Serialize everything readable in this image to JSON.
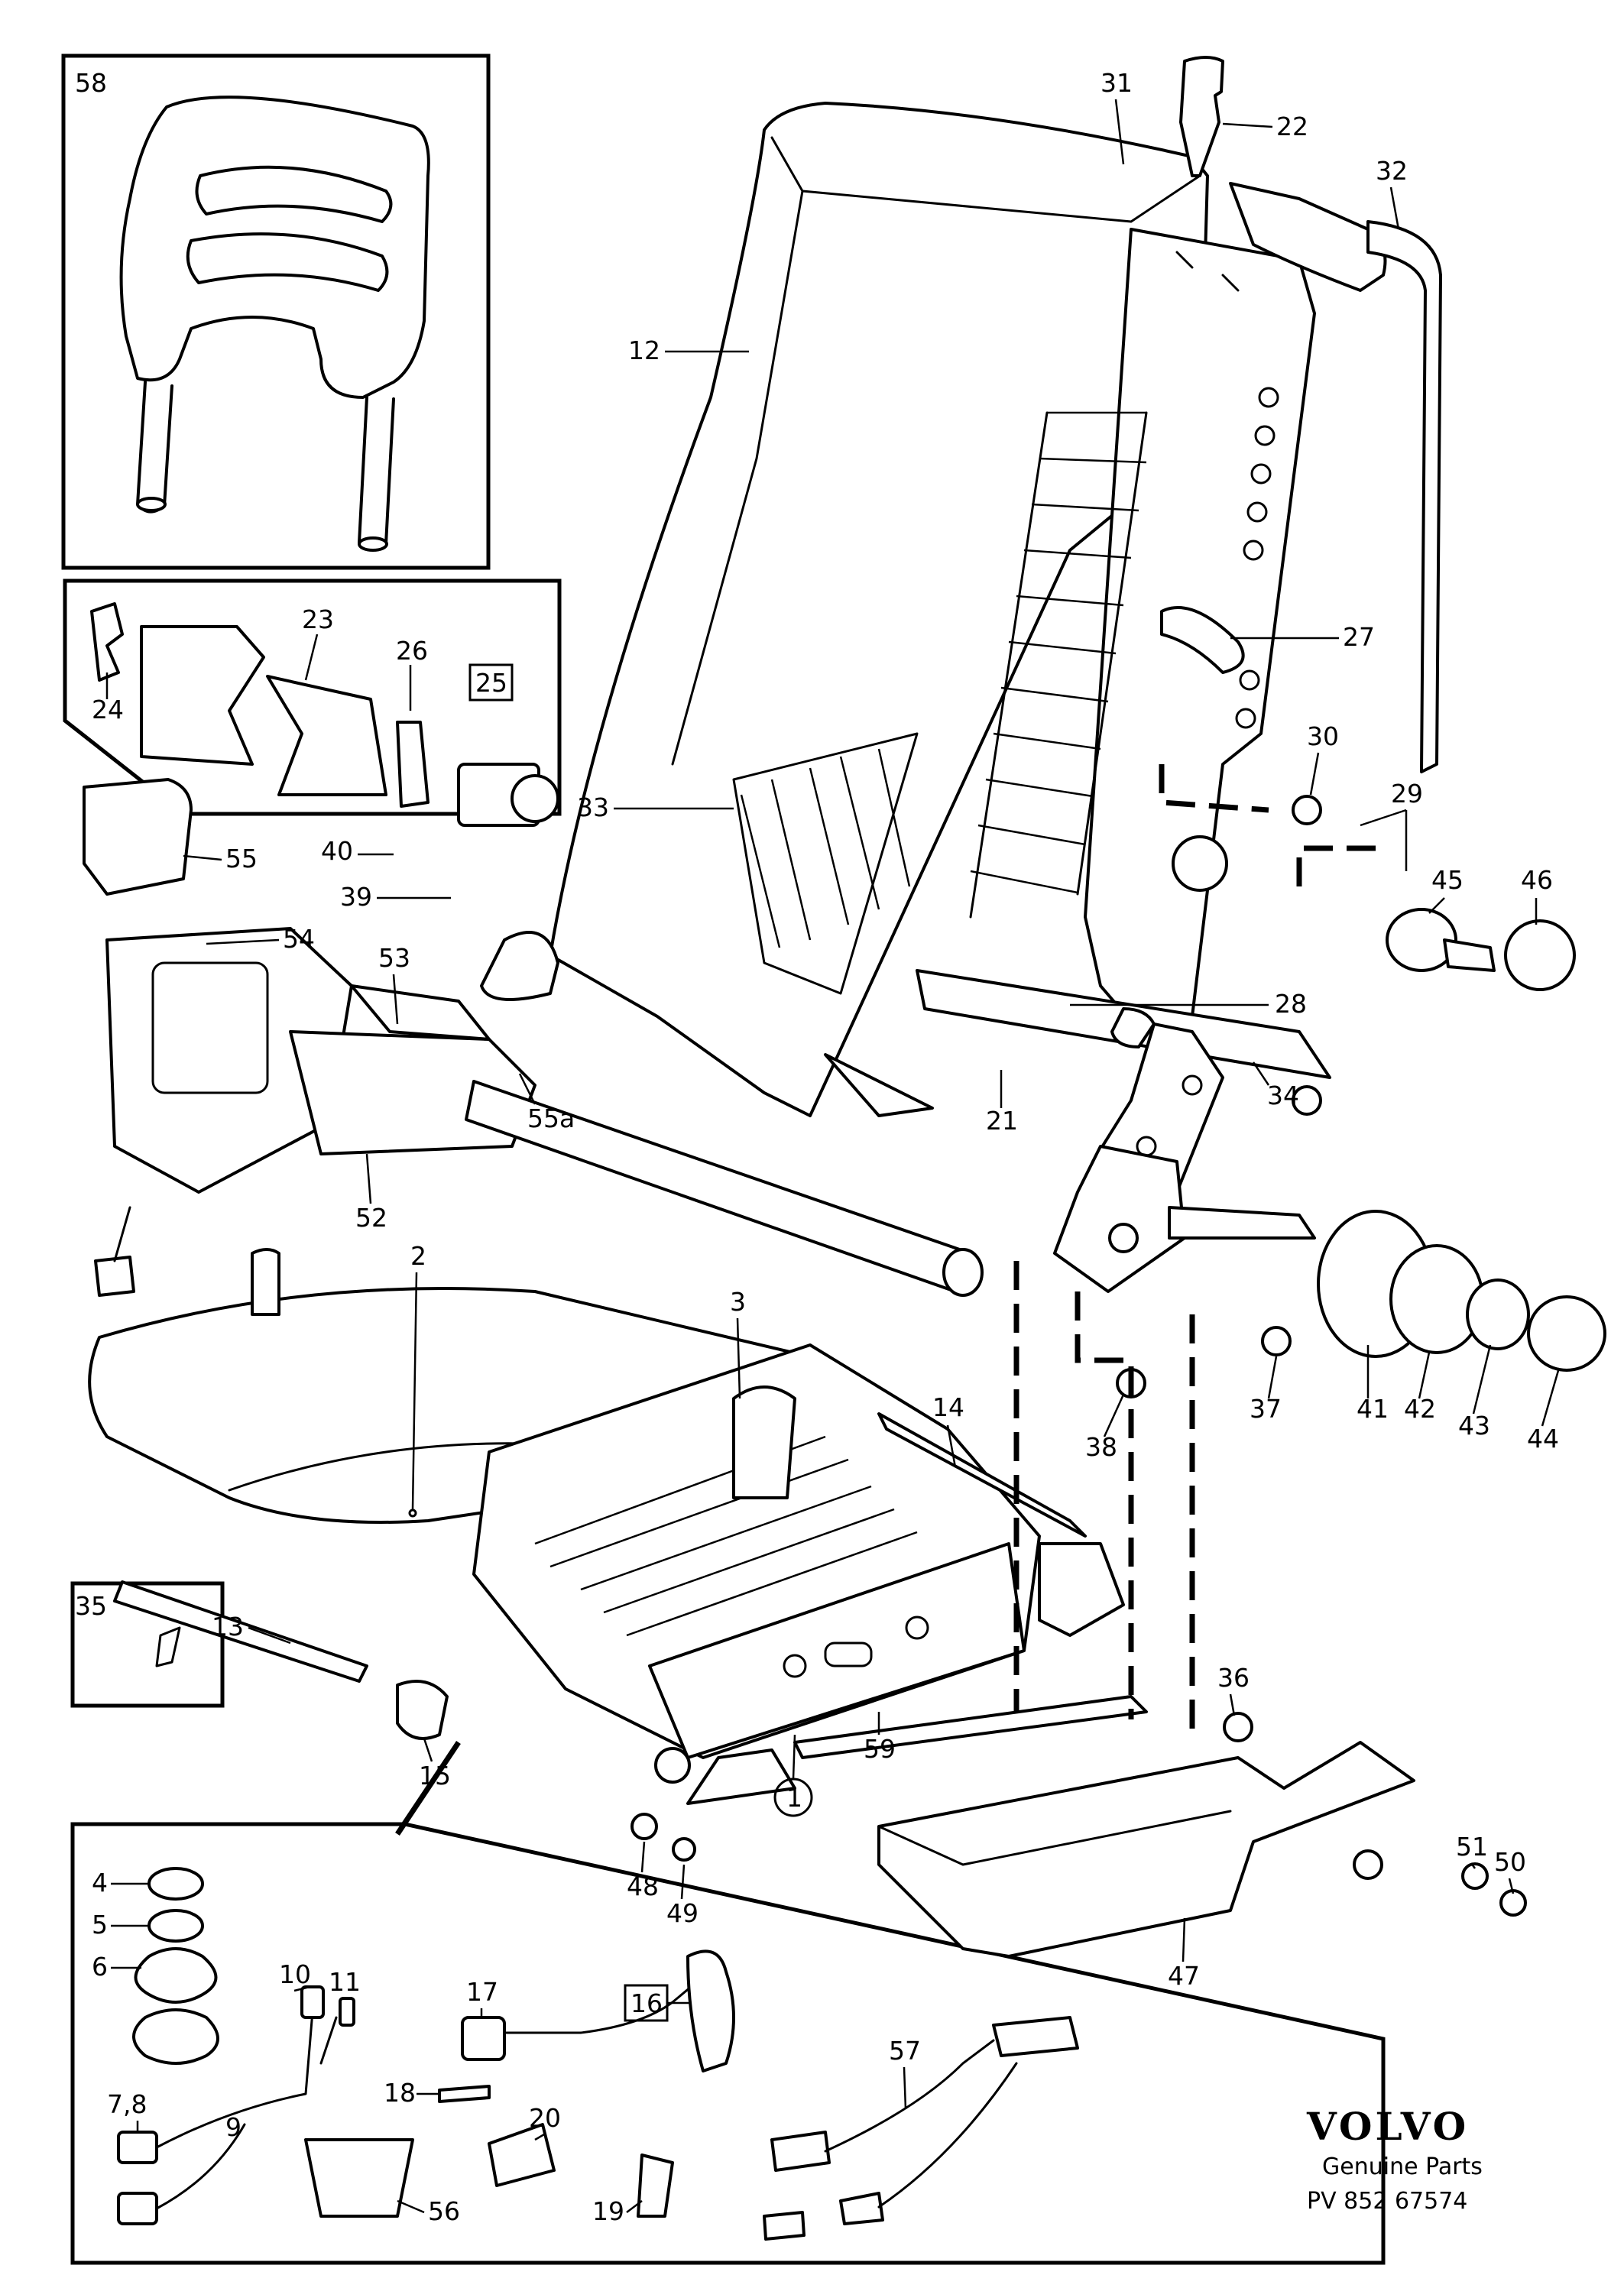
{
  "brand": {
    "logo": "VOLVO",
    "tagline": "Genuine Parts",
    "diagram_number": "PV 852 67574"
  },
  "callouts": {
    "c1": "1",
    "c2": "2",
    "c3": "3",
    "c4": "4",
    "c5": "5",
    "c6": "6",
    "c7_8": "7,8",
    "c9": "9",
    "c10": "10",
    "c11": "11",
    "c12": "12",
    "c13": "13",
    "c14": "14",
    "c15": "15",
    "c16": "16",
    "c17": "17",
    "c18": "18",
    "c19": "19",
    "c20": "20",
    "c21": "21",
    "c22": "22",
    "c23": "23",
    "c24": "24",
    "c25": "25",
    "c26": "26",
    "c27": "27",
    "c28": "28",
    "c29": "29",
    "c30": "30",
    "c31": "31",
    "c32": "32",
    "c33": "33",
    "c34": "34",
    "c35": "35",
    "c36": "36",
    "c37": "37",
    "c38": "38",
    "c39": "39",
    "c40": "40",
    "c41": "41",
    "c42": "42",
    "c43": "43",
    "c44": "44",
    "c45": "45",
    "c46": "46",
    "c47": "47",
    "c48": "48",
    "c49": "49",
    "c50": "50",
    "c51": "51",
    "c52": "52",
    "c53": "53",
    "c54": "54",
    "c55": "55",
    "c55a": "55a",
    "c56": "56",
    "c57": "57",
    "c58": "58",
    "c59": "59"
  }
}
